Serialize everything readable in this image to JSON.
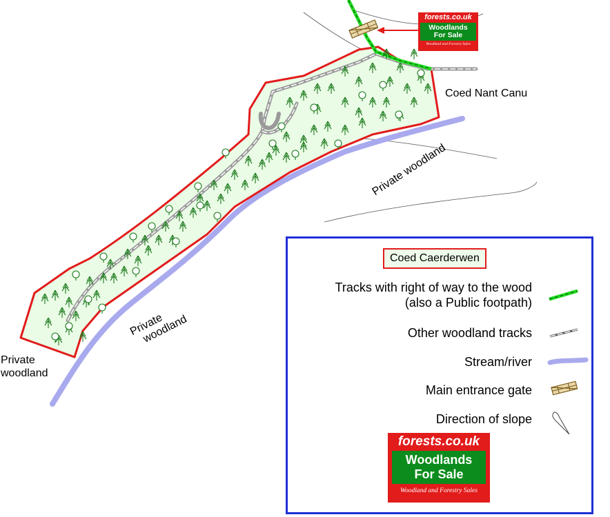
{
  "labels": {
    "coed_nant_canu": "Coed Nant Canu",
    "private_woodland": "Private woodland",
    "private_woodland_mid_1": "Private",
    "private_woodland_mid_2": "woodland",
    "private_woodland_left_1": "Private",
    "private_woodland_left_2": "woodland"
  },
  "legend": {
    "title": "Coed Caerderwen",
    "items": [
      {
        "line1": "Tracks with right of way to the wood",
        "line2": "(also a Public footpath)",
        "symbol": "public-footpath-track"
      },
      {
        "line1": "Other woodland tracks",
        "symbol": "woodland-track"
      },
      {
        "line1": "Stream/river",
        "symbol": "stream"
      },
      {
        "line1": "Main entrance gate",
        "symbol": "gate"
      },
      {
        "line1": "Direction of slope",
        "symbol": "slope-arrow"
      }
    ]
  },
  "logo": {
    "brand": "forests.co.uk",
    "line1": "Woodlands",
    "line2": "For Sale",
    "tagline": "Woodland and Forestry Sales"
  },
  "colors": {
    "boundary": "#e21b1b",
    "woodland_fill": "#eafbe6",
    "tree": "#1a7a1a",
    "stream": "#a9a9ee",
    "track": "#9a9a9a",
    "public_track": "#22dd22",
    "legend_border": "#1f2fd6"
  }
}
